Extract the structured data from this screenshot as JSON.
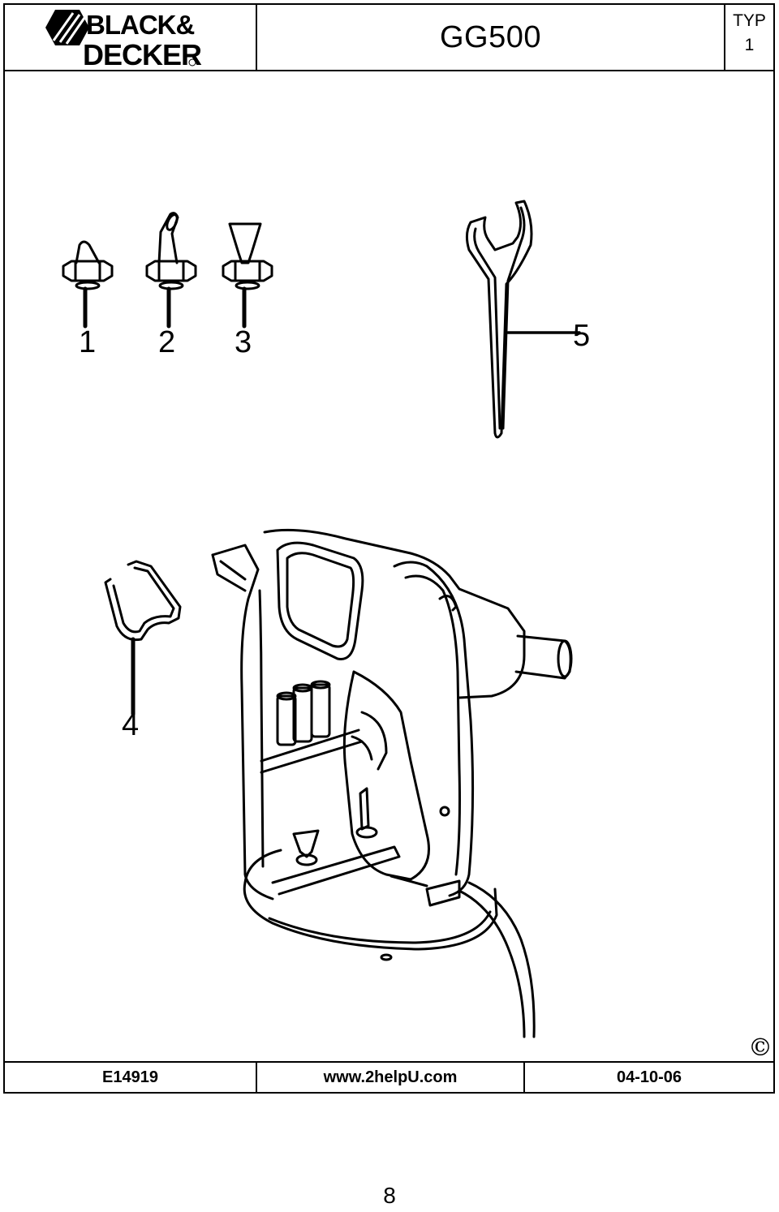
{
  "header": {
    "brand": "BLACK&DECKER",
    "brand_line1": "BLACK&",
    "brand_line2": "DECKER",
    "model": "GG500",
    "typ_label": "TYP",
    "typ_value": "1"
  },
  "callouts": [
    "1",
    "2",
    "3",
    "4",
    "5"
  ],
  "footer": {
    "part_number": "E14919",
    "website": "www.2helpU.com",
    "date": "04-10-06",
    "copyright_symbol": "©"
  },
  "page_number": "8"
}
